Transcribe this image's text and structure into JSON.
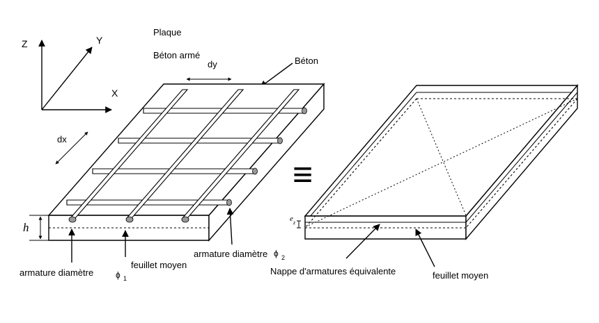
{
  "axes": {
    "z": "Z",
    "y": "Y",
    "x": "X"
  },
  "labels": {
    "plaque": "Plaque",
    "beton_arme": "Béton armé",
    "dy": "dy",
    "beton": "Béton",
    "dx": "dx",
    "h": "h",
    "armature_1": "armature diamètre",
    "phi_1": "ϕ",
    "phi_1_sub": "1",
    "feuillet_moyen_left": "feuillet moyen",
    "armature_2": "armature diamètre",
    "phi_2": "ϕ",
    "phi_2_sub": "2",
    "equiv": "≡",
    "ez": "e",
    "ez_sub": "z",
    "nappe": "Nappe d'armatures équivalente",
    "feuillet_moyen_right": "feuillet moyen"
  }
}
